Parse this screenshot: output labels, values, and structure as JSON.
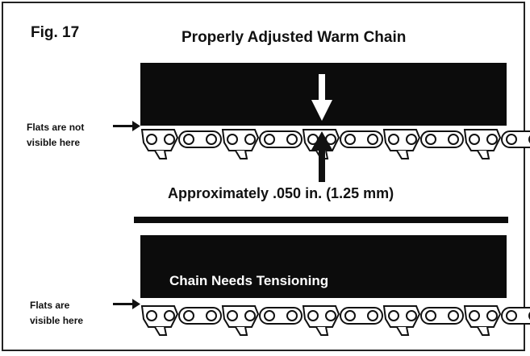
{
  "figure": {
    "label": "Fig. 17",
    "title": "Properly Adjusted Warm Chain",
    "top_note": {
      "line1": "Flats are not",
      "line2": "visible here"
    },
    "measurement": "Approximately .050 in. (1.25 mm)",
    "bottom_banner": "Chain Needs Tensioning",
    "bottom_note": {
      "line1": "Flats are",
      "line2": "visible here"
    }
  }
}
